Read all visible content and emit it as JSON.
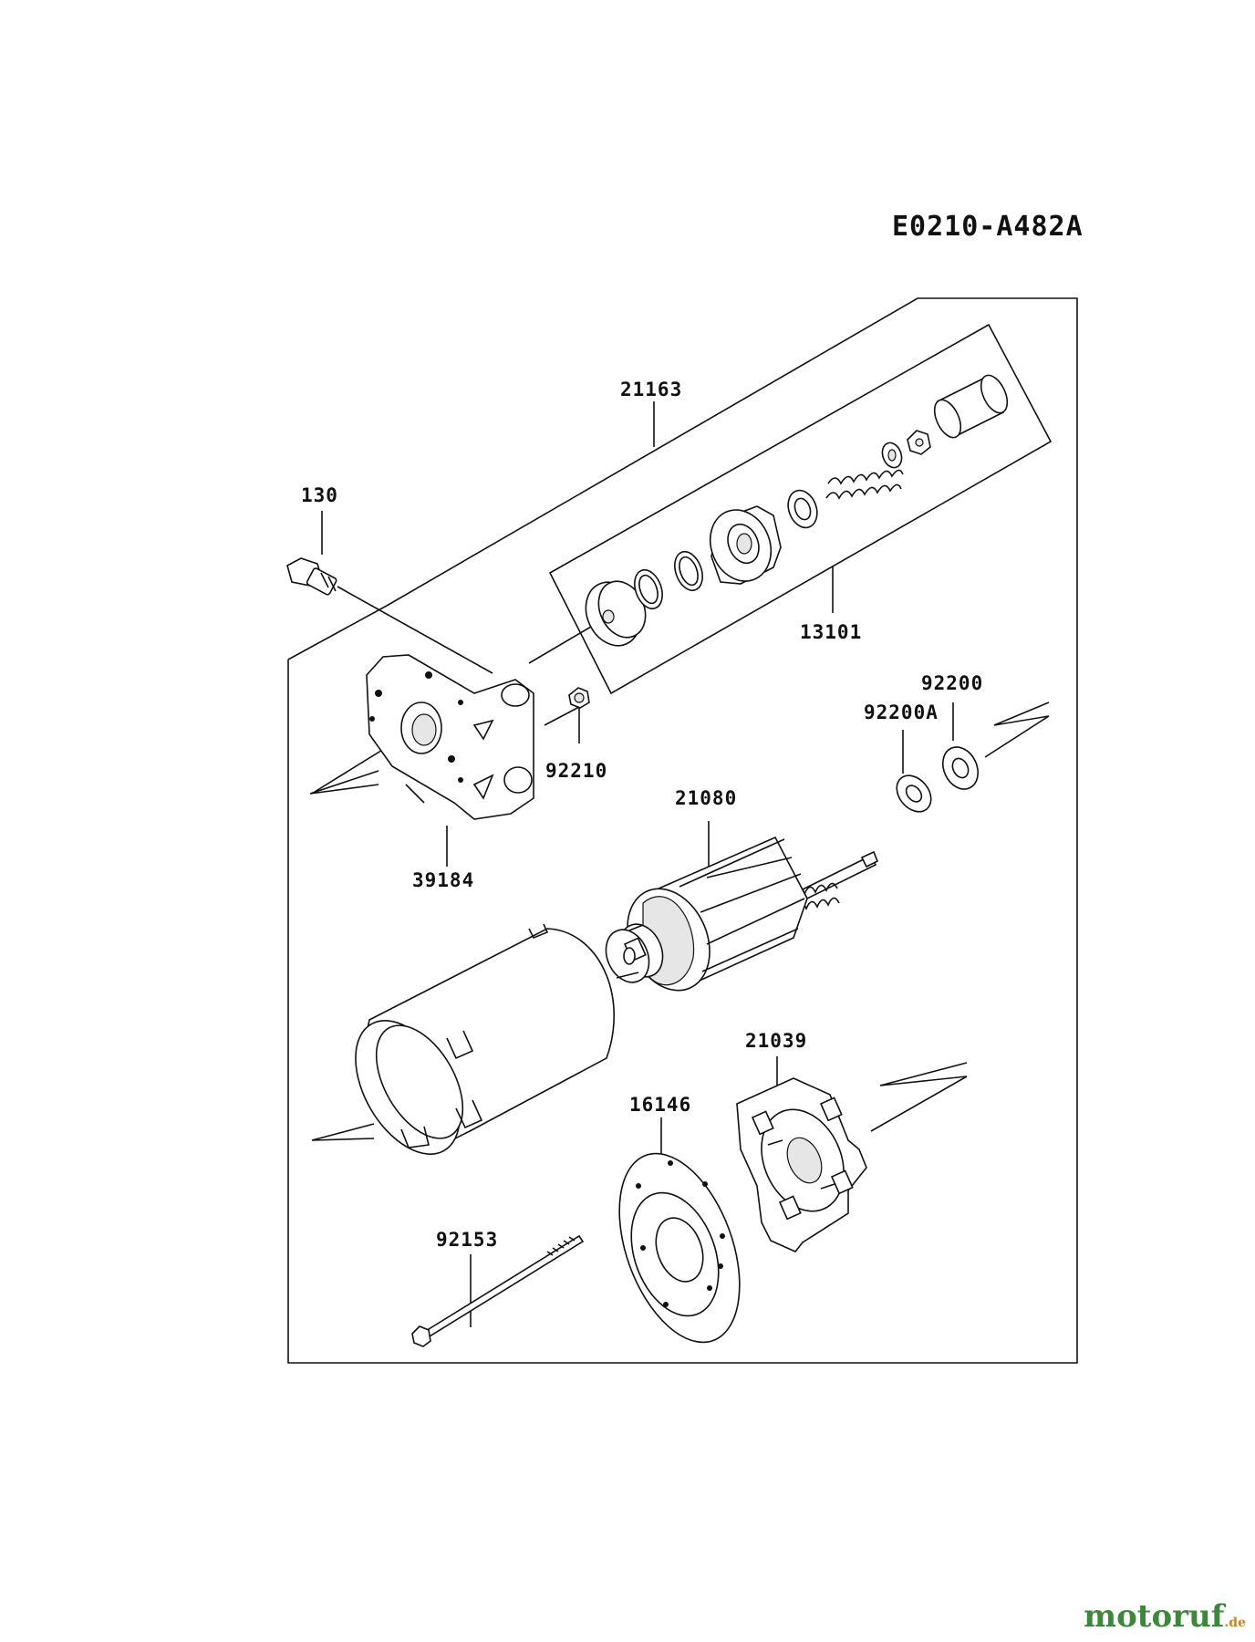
{
  "diagram": {
    "code": "E0210-A482A",
    "watermark": {
      "name": "motoruf",
      "tld": ".de"
    },
    "part_numbers": [
      "21163",
      "130",
      "13101",
      "92200",
      "92200A",
      "92210",
      "21080",
      "39184",
      "21039",
      "16146",
      "92153"
    ]
  }
}
